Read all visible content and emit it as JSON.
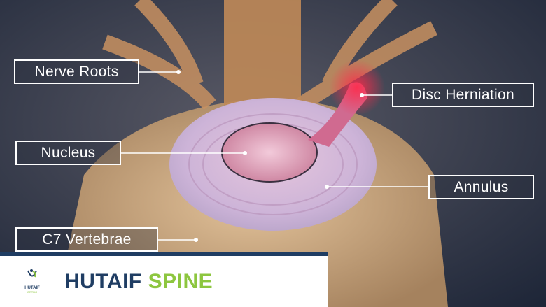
{
  "labels": {
    "nerve_roots": "Nerve Roots",
    "disc_herniation": "Disc Herniation",
    "nucleus": "Nucleus",
    "annulus": "Annulus",
    "c7_vertebrae": "C7 Vertebrae"
  },
  "brand": {
    "part1": "HUTAIF",
    "part2": "SPINE",
    "logo_line1": "HUTAIF",
    "logo_line2": "ORTHO"
  },
  "colors": {
    "navy": "#1f3d63",
    "green": "#8dc63f",
    "herniation": "#e0204a"
  }
}
